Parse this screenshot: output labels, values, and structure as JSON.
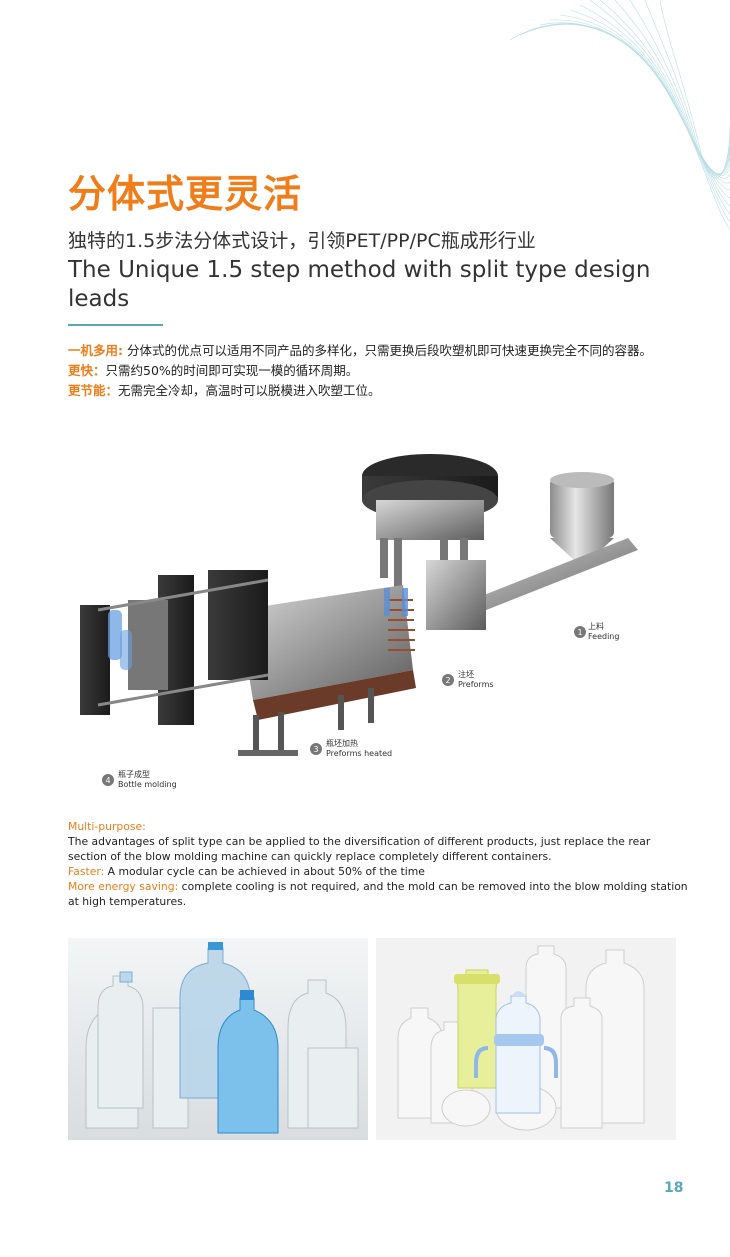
{
  "title_cn": "分体式更灵活",
  "subtitle_cn": "独特的1.5步法分体式设计，引领PET/PP/PC瓶成形行业",
  "subtitle_en": "The Unique 1.5 step method with split type design leads",
  "features_cn": [
    {
      "label": "一机多用:",
      "text": " 分体式的优点可以适用不同产品的多样化，只需更换后段吹塑机即可快速更换完全不同的容器。"
    },
    {
      "label": "更快：",
      "text": "只需约50%的时间即可实现一模的循环周期。"
    },
    {
      "label": "更节能：",
      "text": "无需完全冷却，高温时可以脱模进入吹塑工位。"
    }
  ],
  "callouts": [
    {
      "num": "1",
      "cn": "上料",
      "en": "Feeding"
    },
    {
      "num": "2",
      "cn": "注坯",
      "en": "Preforms"
    },
    {
      "num": "3",
      "cn": "瓶坯加热",
      "en": "Preforms heated"
    },
    {
      "num": "4",
      "cn": "瓶子成型",
      "en": "Bottle molding"
    }
  ],
  "features_en": [
    {
      "label": "Multi-purpose:",
      "text": "The advantages of split type can be applied to the diversification of different products, just replace the rear section of the blow molding machine can quickly replace completely different containers."
    },
    {
      "label": "Faster:",
      "text": " A modular cycle can be achieved in about 50% of the time"
    },
    {
      "label": "More energy saving:",
      "text": " complete cooling is not required, and the mold can be removed into the blow molding station at high temperatures."
    }
  ],
  "page_number": "18",
  "colors": {
    "accent": "#ee7d1a",
    "teal": "#5aa8b5"
  }
}
